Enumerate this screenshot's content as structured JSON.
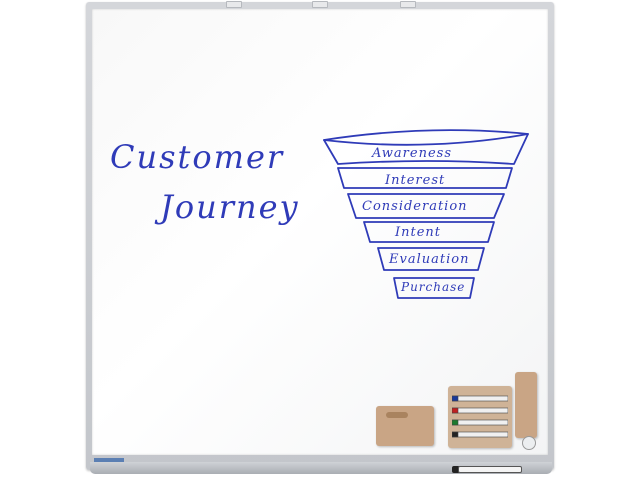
{
  "whiteboard": {
    "title_line1": "Customer",
    "title_line2": "Journey",
    "ink_color": "#2f3bb8",
    "funnel_stages": [
      {
        "label": "Awareness"
      },
      {
        "label": "Interest"
      },
      {
        "label": "Consideration"
      },
      {
        "label": "Intent"
      },
      {
        "label": "Evaluation"
      },
      {
        "label": "Purchase"
      }
    ]
  },
  "accessories": {
    "items": [
      {
        "name": "eraser-sponge"
      },
      {
        "name": "marker-holder"
      },
      {
        "name": "magnetic-pen-tray"
      },
      {
        "name": "board-marker"
      }
    ],
    "marker_colors": [
      "#1a3a9a",
      "#c02020",
      "#1b7a2e",
      "#222222"
    ]
  }
}
